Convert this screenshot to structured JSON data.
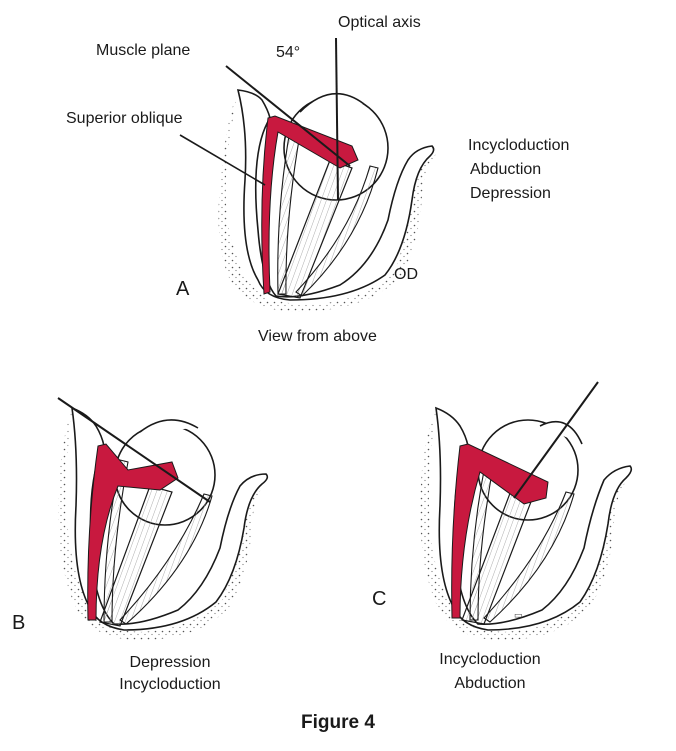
{
  "figure": {
    "title": "Figure 4",
    "colors": {
      "muscle": "#c8193f",
      "outline": "#1a1a1a",
      "tissue_dots": "#555555",
      "background": "#ffffff"
    },
    "panel_a": {
      "letter": "A",
      "label_muscle_plane": "Muscle plane",
      "label_angle": "54°",
      "label_optical_axis": "Optical axis",
      "label_superior_oblique": "Superior oblique",
      "label_eye": "OD",
      "caption": "View from above",
      "actions": [
        "Incycloduction",
        "Abduction",
        "Depression"
      ]
    },
    "panel_b": {
      "letter": "B",
      "actions": [
        "Depression",
        "Incycloduction"
      ]
    },
    "panel_c": {
      "letter": "C",
      "actions": [
        "Incycloduction",
        "Abduction"
      ]
    }
  }
}
